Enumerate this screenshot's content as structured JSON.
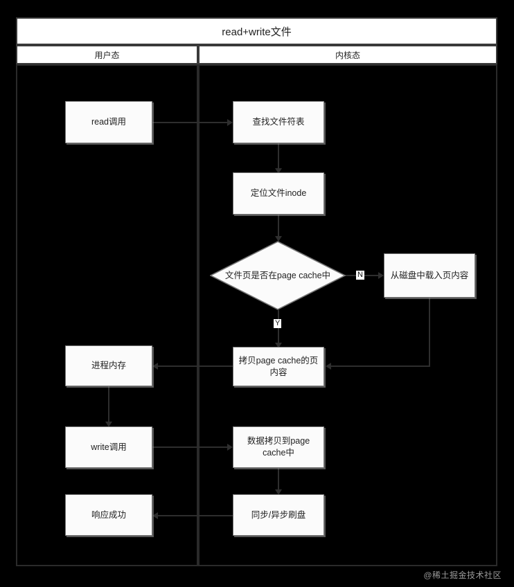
{
  "diagram": {
    "type": "flowchart-swimlane",
    "title": "read+write文件",
    "lanes": [
      {
        "id": "user",
        "label": "用户态"
      },
      {
        "id": "kernel",
        "label": "内核态"
      }
    ],
    "nodes": [
      {
        "id": "read-call",
        "lane": "user",
        "shape": "process",
        "label": "read调用"
      },
      {
        "id": "find-fd-table",
        "lane": "kernel",
        "shape": "process",
        "label": "查找文件符表"
      },
      {
        "id": "locate-inode",
        "lane": "kernel",
        "shape": "process",
        "label": "定位文件inode"
      },
      {
        "id": "page-cache-check",
        "lane": "kernel",
        "shape": "decision",
        "label": "文件页是否在page cache中"
      },
      {
        "id": "load-from-disk",
        "lane": "kernel",
        "shape": "process",
        "label": "从磁盘中载入页内容"
      },
      {
        "id": "copy-page-cache",
        "lane": "kernel",
        "shape": "process",
        "label": "拷贝page cache的页内容"
      },
      {
        "id": "process-memory",
        "lane": "user",
        "shape": "process",
        "label": "进程内存"
      },
      {
        "id": "write-call",
        "lane": "user",
        "shape": "process",
        "label": "write调用"
      },
      {
        "id": "copy-to-cache",
        "lane": "kernel",
        "shape": "process",
        "label": "数据拷贝到page cache中"
      },
      {
        "id": "flush-disk",
        "lane": "kernel",
        "shape": "process",
        "label": "同步/异步刷盘"
      },
      {
        "id": "respond-success",
        "lane": "user",
        "shape": "process",
        "label": "响应成功"
      }
    ],
    "edges": [
      {
        "from": "read-call",
        "to": "find-fd-table",
        "label": ""
      },
      {
        "from": "find-fd-table",
        "to": "locate-inode",
        "label": ""
      },
      {
        "from": "locate-inode",
        "to": "page-cache-check",
        "label": ""
      },
      {
        "from": "page-cache-check",
        "to": "load-from-disk",
        "label": "N"
      },
      {
        "from": "page-cache-check",
        "to": "copy-page-cache",
        "label": "Y"
      },
      {
        "from": "load-from-disk",
        "to": "copy-page-cache",
        "label": ""
      },
      {
        "from": "copy-page-cache",
        "to": "process-memory",
        "label": ""
      },
      {
        "from": "process-memory",
        "to": "write-call",
        "label": ""
      },
      {
        "from": "write-call",
        "to": "copy-to-cache",
        "label": ""
      },
      {
        "from": "copy-to-cache",
        "to": "flush-disk",
        "label": ""
      },
      {
        "from": "flush-disk",
        "to": "respond-success",
        "label": ""
      }
    ],
    "edge_labels": {
      "no": "N",
      "yes": "Y"
    },
    "colors": {
      "background": "#000000",
      "node_fill": "#fbfbfb",
      "node_stroke": "#777777",
      "frame_stroke": "#3a3a3a",
      "connector": "#2e2e2e",
      "text": "#222222"
    }
  },
  "watermark": {
    "text": "@稀土掘金技术社区"
  }
}
